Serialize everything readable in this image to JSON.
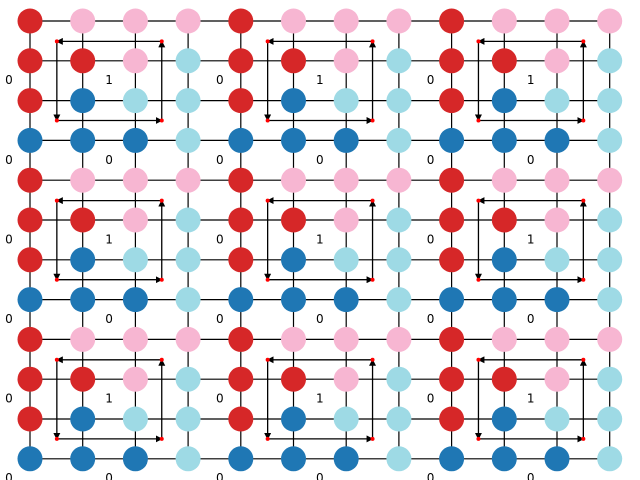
{
  "colors": {
    "background": "#ffffff",
    "edge": "#000000",
    "node_red": "#d62728",
    "node_pink": "#f7b6d2",
    "node_darkblue": "#1f77b4",
    "node_lightblue": "#9edae5",
    "plaquette_arrow": "#000000",
    "plaquette_corner": "#ff0000"
  },
  "lattice": {
    "rows": 12,
    "cols": 12,
    "node_colors": [
      [
        "R",
        "P",
        "P",
        "P",
        "R",
        "P",
        "P",
        "P",
        "R",
        "P",
        "P",
        "P"
      ],
      [
        "R",
        "R",
        "P",
        "L",
        "R",
        "R",
        "P",
        "L",
        "R",
        "R",
        "P",
        "L"
      ],
      [
        "R",
        "B",
        "L",
        "L",
        "R",
        "B",
        "L",
        "L",
        "R",
        "B",
        "L",
        "L"
      ],
      [
        "B",
        "B",
        "B",
        "L",
        "B",
        "B",
        "B",
        "L",
        "B",
        "B",
        "B",
        "L"
      ],
      [
        "R",
        "P",
        "P",
        "P",
        "R",
        "P",
        "P",
        "P",
        "R",
        "P",
        "P",
        "P"
      ],
      [
        "R",
        "R",
        "P",
        "L",
        "R",
        "R",
        "P",
        "L",
        "R",
        "R",
        "P",
        "L"
      ],
      [
        "R",
        "B",
        "L",
        "L",
        "R",
        "B",
        "L",
        "L",
        "R",
        "B",
        "L",
        "L"
      ],
      [
        "B",
        "B",
        "B",
        "L",
        "B",
        "B",
        "B",
        "L",
        "B",
        "B",
        "B",
        "L"
      ],
      [
        "R",
        "P",
        "P",
        "P",
        "R",
        "P",
        "P",
        "P",
        "R",
        "P",
        "P",
        "P"
      ],
      [
        "R",
        "R",
        "P",
        "L",
        "R",
        "R",
        "P",
        "L",
        "R",
        "R",
        "P",
        "L"
      ],
      [
        "R",
        "B",
        "L",
        "L",
        "R",
        "B",
        "L",
        "L",
        "R",
        "B",
        "L",
        "L"
      ],
      [
        "B",
        "B",
        "B",
        "L",
        "B",
        "B",
        "B",
        "L",
        "B",
        "B",
        "B",
        "L"
      ]
    ]
  },
  "plaquettes": {
    "block_rows": 3,
    "block_cols": 3
  },
  "labels": {
    "left_upper": "0",
    "center": "1",
    "left_lower": "0",
    "bottom": "0"
  }
}
